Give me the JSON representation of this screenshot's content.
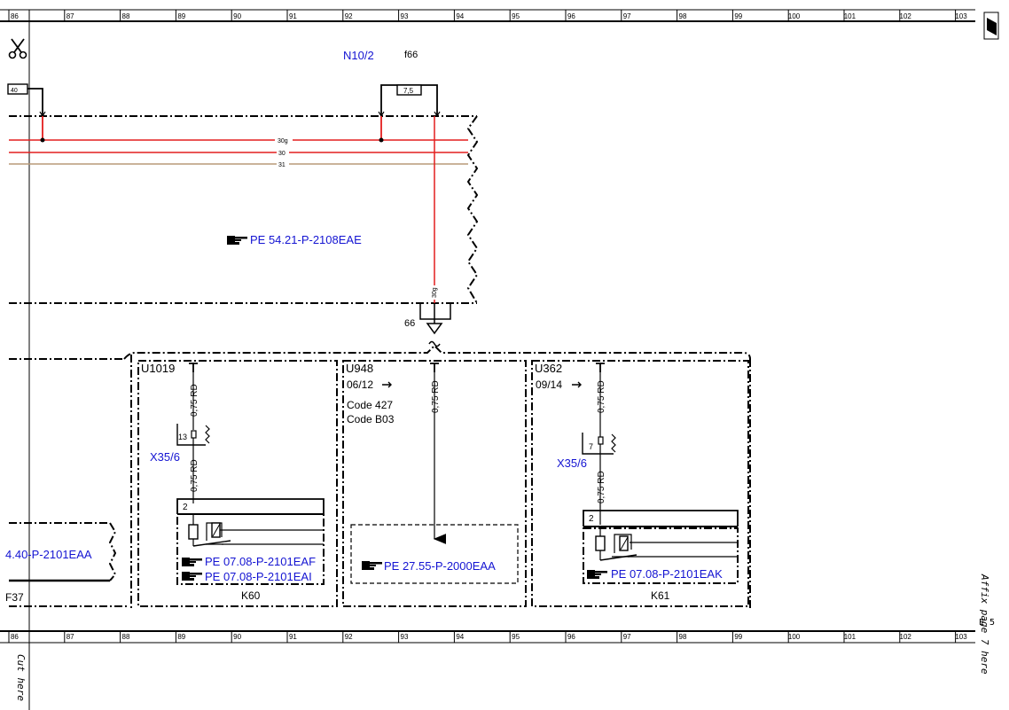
{
  "ruler": {
    "columns": [
      "86",
      "87",
      "88",
      "89",
      "90",
      "91",
      "92",
      "93",
      "94",
      "95",
      "96",
      "97",
      "98",
      "99",
      "100",
      "101",
      "102",
      "103"
    ]
  },
  "labels": {
    "n10_2": "N10/2",
    "f66": "f66",
    "fuse_rating": "7,5",
    "left_terminal": "40",
    "wire_30g": "30g",
    "wire_30": "30",
    "wire_31": "31",
    "wire_30g_vertical": "30g",
    "connector_66": "66",
    "u1019": "U1019",
    "u948": "U948",
    "u948_date": "06/12",
    "code_427": "Code 427",
    "code_b03": "Code B03",
    "u362": "U362",
    "u362_date": "09/14",
    "wire_075rd": "0,75 RD",
    "pin_13": "13",
    "pin_7": "7",
    "pin_2": "2",
    "x35_6": "X35/6",
    "k60": "K60",
    "k61": "K61",
    "f37": "F37",
    "side_page": "E 5",
    "affix_text": "Affix page 7 here",
    "cut_text": "Cut here"
  },
  "refs": {
    "pe_54_21": "PE 54.21-P-2108EAE",
    "pe_54_40_partial": "4.40-P-2101EAA",
    "pe_07_08_eaf": "PE 07.08-P-2101EAF",
    "pe_07_08_eai": "PE 07.08-P-2101EAI",
    "pe_27_55": "PE 27.55-P-2000EAA",
    "pe_07_08_eak": "PE 07.08-P-2101EAK"
  },
  "colors": {
    "wire_red": "#e41e1e",
    "wire_brown": "#b89a78",
    "ref_blue": "#1414d2",
    "line_black": "#000000"
  },
  "icons": [
    "scissors-icon",
    "pointing-hand-icon",
    "corner-tab-icon"
  ]
}
